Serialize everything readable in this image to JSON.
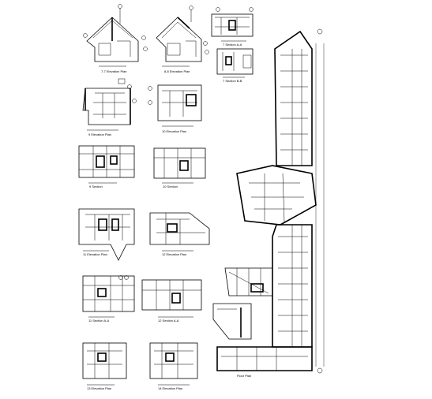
{
  "drawing": {
    "detail_captions": [
      "7-7 Elevation Plan",
      "8-8 Elevation Plan",
      "7 Section A-A",
      "7 Section B-B",
      "9 Elevation Plan",
      "10 Elevation Plan",
      "9 Section",
      "10 Section",
      "11 Elevation Plan",
      "12 Elevation Plan",
      "11 Section A-A",
      "12 Section A-A",
      "13 Elevation Plan",
      "14 Elevation Plan"
    ],
    "main_plan_caption": "Floor Plan"
  }
}
